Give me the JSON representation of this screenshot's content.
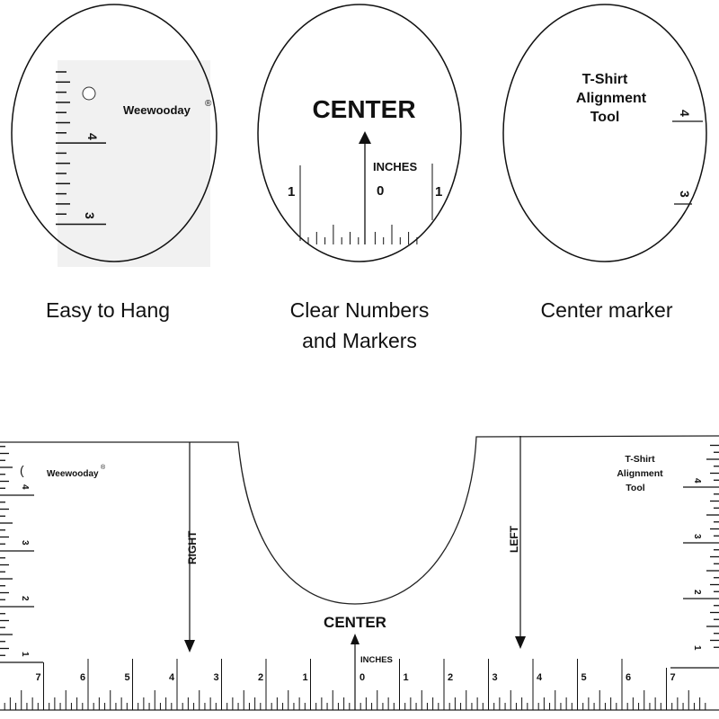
{
  "brand": {
    "name": "Weewooday",
    "registered_mark": "®"
  },
  "product_label": [
    "T-Shirt",
    "Alignment",
    "Tool"
  ],
  "features": [
    {
      "caption": [
        "Easy to Hang"
      ]
    },
    {
      "caption": [
        "Clear Numbers",
        "and Markers"
      ]
    },
    {
      "caption": [
        "Center marker"
      ]
    }
  ],
  "ruler": {
    "center_label": "CENTER",
    "units_label": "INCHES",
    "right_label": "RIGHT",
    "left_label": "LEFT",
    "horizontal_numbers_left": [
      "7",
      "6",
      "5",
      "4",
      "3",
      "2",
      "1"
    ],
    "zero": "0",
    "horizontal_numbers_right": [
      "1",
      "2",
      "3",
      "4",
      "5",
      "6",
      "7"
    ],
    "vertical_numbers": [
      "4",
      "3",
      "2",
      "1"
    ]
  },
  "detail": {
    "left_numbers": [
      "4",
      "3"
    ],
    "middle_numbers": [
      "1",
      "0",
      "1"
    ],
    "right_numbers": [
      "4",
      "3"
    ]
  }
}
